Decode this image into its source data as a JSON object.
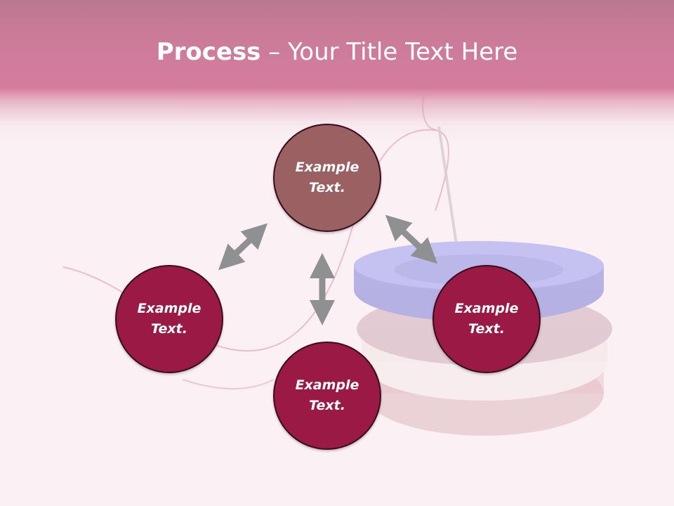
{
  "title": {
    "bold": "Process",
    "rest": " – Your Title Text Here"
  },
  "nodes": {
    "top": {
      "line1": "Example",
      "line2": "Text."
    },
    "left": {
      "line1": "Example",
      "line2": "Text."
    },
    "right": {
      "line1": "Example",
      "line2": "Text."
    },
    "bottom": {
      "line1": "Example",
      "line2": "Text."
    }
  },
  "colors": {
    "header": "#b01c55",
    "node": "#9b1a45",
    "node_top": "#9a6062",
    "arrow": "#8f9091"
  }
}
